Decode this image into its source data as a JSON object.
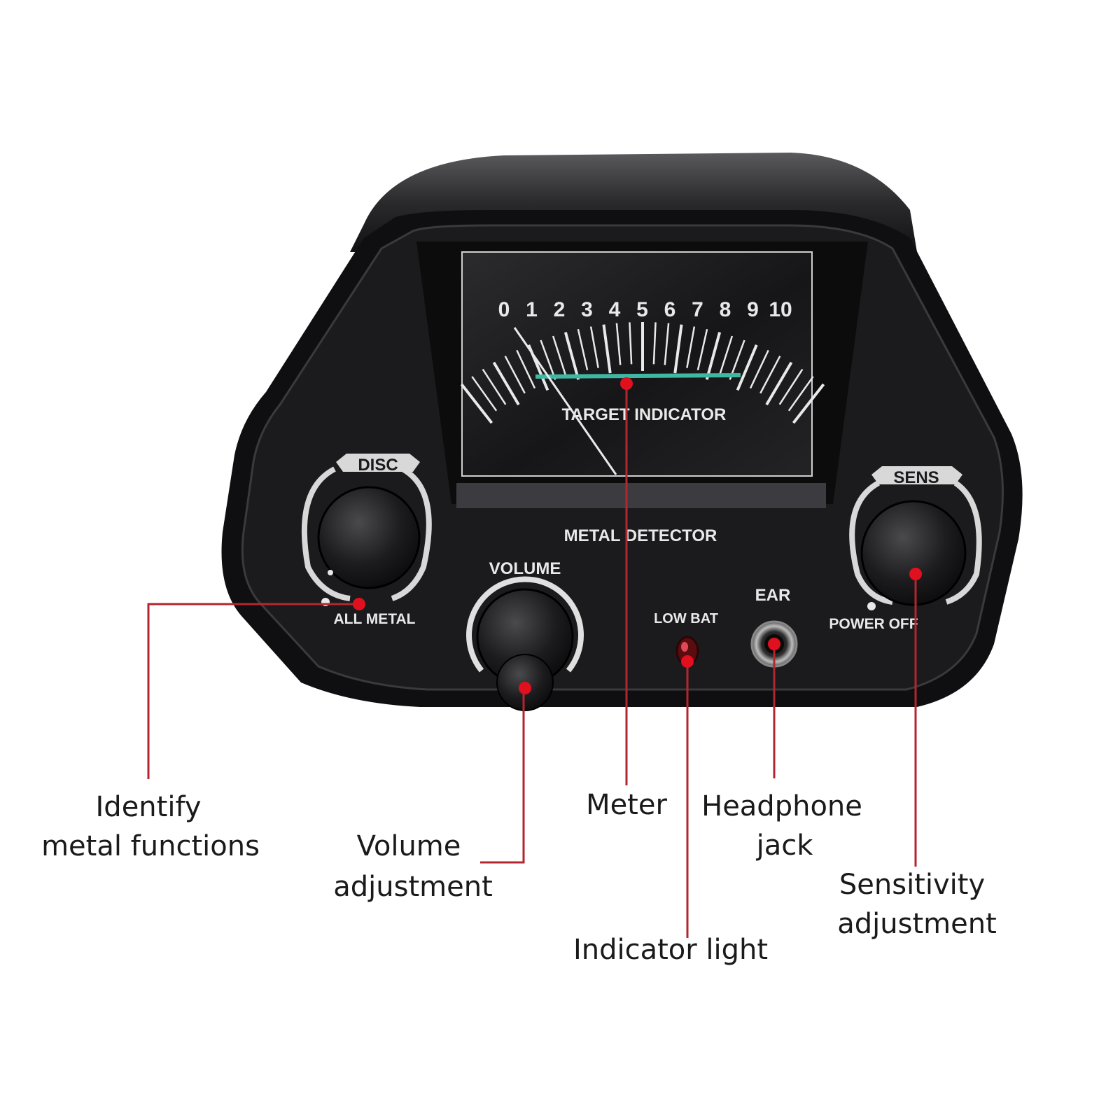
{
  "device": {
    "meter": {
      "scale": [
        "0",
        "1",
        "2",
        "3",
        "4",
        "5",
        "6",
        "7",
        "8",
        "9",
        "10"
      ],
      "title": "TARGET INDICATOR"
    },
    "brand": "METAL DETECTOR",
    "controls": {
      "disc": "DISC",
      "all_metal": "ALL METAL",
      "volume": "VOLUME",
      "low_bat": "LOW BAT",
      "ear": "EAR",
      "sens": "SENS",
      "power_off": "POWER OFF"
    }
  },
  "callouts": {
    "identify": [
      "Identify",
      "metal functions"
    ],
    "volume": [
      "Volume",
      "adjustment"
    ],
    "meter": [
      "Meter"
    ],
    "headphone": [
      "Headphone",
      "jack"
    ],
    "indicator": [
      "Indicator light"
    ],
    "sensitivity": [
      "Sensitivity",
      "adjustment"
    ]
  },
  "colors": {
    "callout_line": "#b3262f",
    "callout_dot": "#e0101e",
    "body": "#1b1b1d"
  }
}
